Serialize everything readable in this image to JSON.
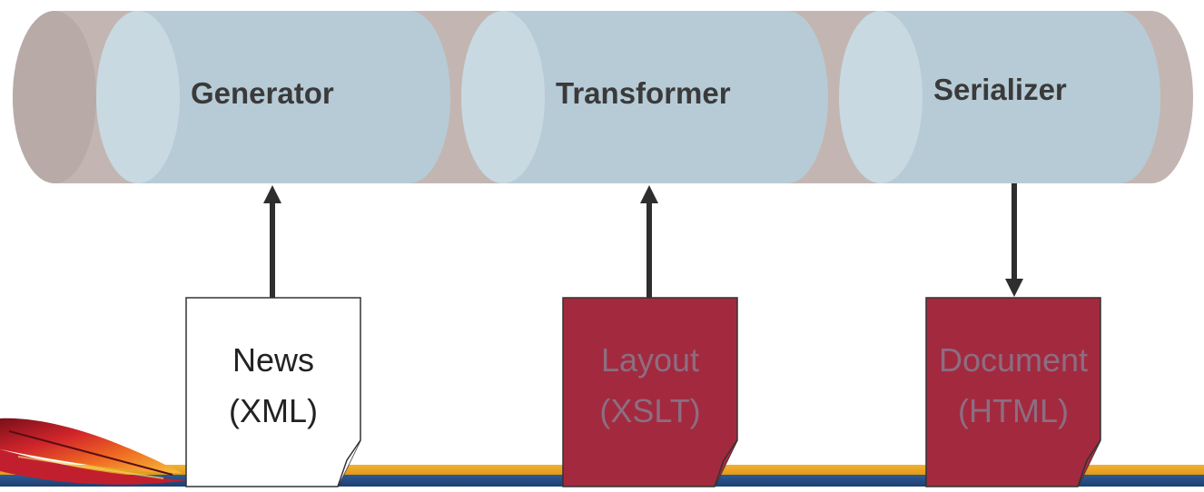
{
  "pipeline": {
    "stages": [
      {
        "label": "Generator"
      },
      {
        "label": "Transformer"
      },
      {
        "label": "Serializer"
      }
    ]
  },
  "documents": [
    {
      "name": "News",
      "format": "(XML)",
      "fill": "#ffffff",
      "text_color": "#222222",
      "arrow": "up"
    },
    {
      "name": "Layout",
      "format": "(XSLT)",
      "fill": "#a32a3e",
      "text_color": "#8d6d82",
      "arrow": "up"
    },
    {
      "name": "Document",
      "format": "(HTML)",
      "fill": "#a32a3e",
      "text_color": "#8d6d82",
      "arrow": "down"
    }
  ],
  "colors": {
    "tube": "#c3b6b2",
    "stage": "#b7cbd6",
    "stage_face": "#c9d9e1",
    "arrow": "#2e2e2e",
    "band_gold": "#f2b133",
    "band_blue": "#2d5a93"
  },
  "decoration": {
    "logo": "feather-logo"
  }
}
